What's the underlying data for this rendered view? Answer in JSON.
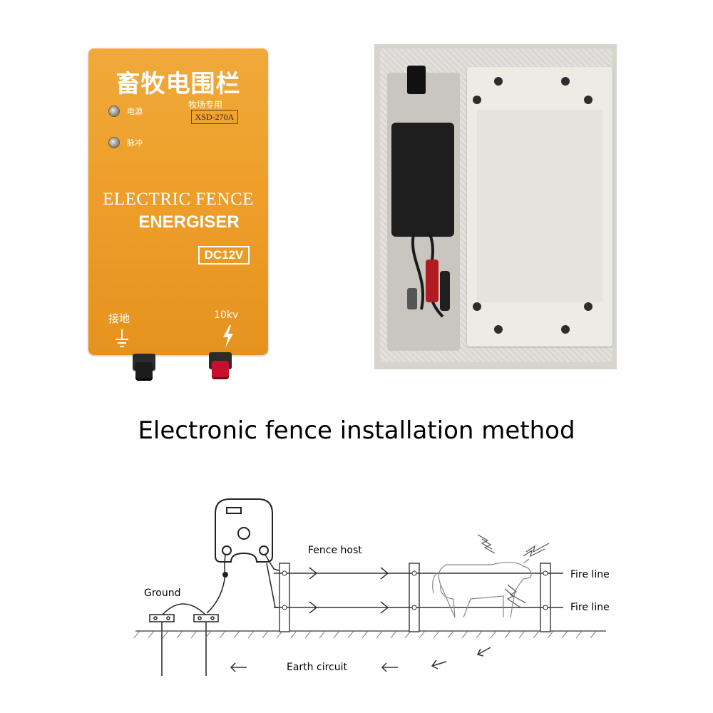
{
  "device": {
    "title_cn": "畜牧电围栏",
    "led_power_label": "电源",
    "led_pulse_label": "脉冲",
    "subtitle_cn": "牧场专用",
    "model": "XSD-270A",
    "title_en_line1": "ELECTRIC FENCE",
    "title_en_line2": "ENERGISER",
    "voltage_badge": "DC12V",
    "ground_label": "接地",
    "output_label": "10kv",
    "ground_terminal_color": "#1c1c1c",
    "output_terminal_color": "#c8102e",
    "body_color": "#ee9f2a"
  },
  "heading": "Electronic fence installation method",
  "diagram": {
    "label_fence_host": "Fence host",
    "label_fire_line_top": "Fire line",
    "label_fire_line_bottom": "Fire line",
    "label_ground": "Ground",
    "label_earth_circuit": "Earth circuit"
  }
}
